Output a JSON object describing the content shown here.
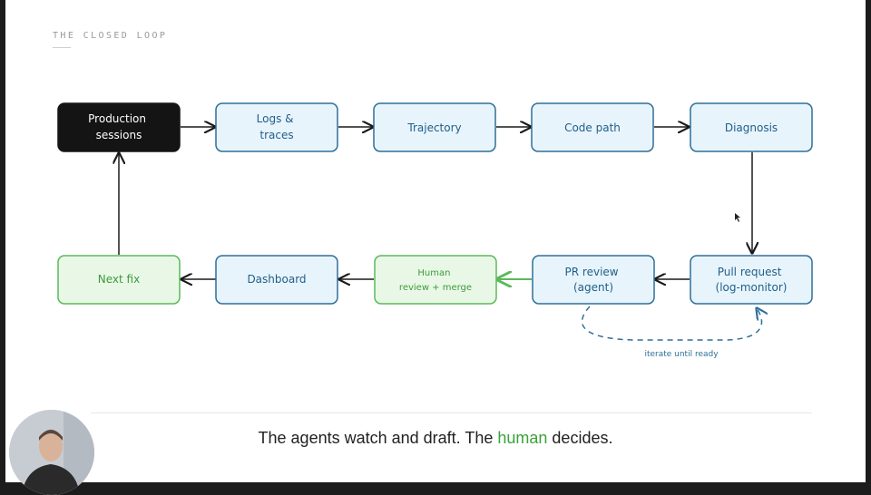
{
  "slide": {
    "kicker": "THE CLOSED LOOP"
  },
  "nodes": {
    "production_sessions": [
      "Production",
      "sessions"
    ],
    "logs_traces": [
      "Logs &",
      "traces"
    ],
    "trajectory": [
      "Trajectory"
    ],
    "code_path": [
      "Code path"
    ],
    "diagnosis": [
      "Diagnosis"
    ],
    "pull_request": [
      "Pull request",
      "(log-monitor)"
    ],
    "pr_review": [
      "PR review",
      "(agent)"
    ],
    "human_review": [
      "Human",
      "review + merge"
    ],
    "dashboard": [
      "Dashboard"
    ],
    "next_fix": [
      "Next fix"
    ]
  },
  "edges": {
    "loop_label": "iterate until ready"
  },
  "caption": {
    "before": "The agents watch and draft. The ",
    "highlight": "human",
    "after": " decides."
  },
  "colors": {
    "blue_fill": "#e8f4fc",
    "blue_stroke": "#2f6f98",
    "blue_text": "#1f5f88",
    "green_fill": "#e9f8e6",
    "green_stroke": "#5cb85c",
    "green_text": "#3c9a3c",
    "dark_fill": "#141414",
    "accent_green": "#3aa33a"
  }
}
